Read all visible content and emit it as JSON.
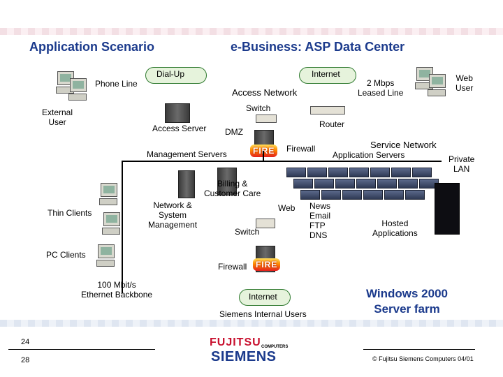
{
  "titles": {
    "left": "Application Scenario",
    "right": "e-Business: ASP Data Center"
  },
  "labels": {
    "phone_line": "Phone Line",
    "dial_up": "Dial-Up",
    "external_user": "External\nUser",
    "access_server": "Access Server",
    "access_network": "Access Network",
    "internet_top": "Internet",
    "leased_line": "2 Mbps\nLeased Line",
    "web_user": "Web\nUser",
    "switch_top": "Switch",
    "router": "Router",
    "dmz": "DMZ",
    "management_servers": "Management Servers",
    "firewall_top": "Firewall",
    "service_network": "Service Network",
    "application_servers": "Application Servers",
    "private_lan": "Private\nLAN",
    "billing": "Billing &\nCustomer Care",
    "network_mgmt": "Network &\nSystem\nManagement",
    "web": "Web",
    "news": "News\nEmail\nFTP\nDNS",
    "thin_clients": "Thin Clients",
    "switch_mid": "Switch",
    "hosted_apps": "Hosted\nApplications",
    "pc_clients": "PC Clients",
    "firewall_bottom": "Firewall",
    "backbone": "100 Mbit/s\nEthernet Backbone",
    "internet_bottom": "Internet",
    "siemens_users": "Siemens Internal Users",
    "server_farm": "Windows 2000\nServer farm",
    "fire": "FIRE"
  },
  "footer": {
    "page_top": "24",
    "page_bottom": "28",
    "logo_fujitsu": "FUJITSU",
    "logo_computers": "COMPUTERS",
    "logo_siemens": "SIEMENS",
    "copyright": "© Fujitsu Siemens Computers 04/01"
  },
  "colors": {
    "title": "#1b3a8c",
    "fujitsu_red": "#c8102e",
    "cloud_fill": "#e6f3dc"
  }
}
